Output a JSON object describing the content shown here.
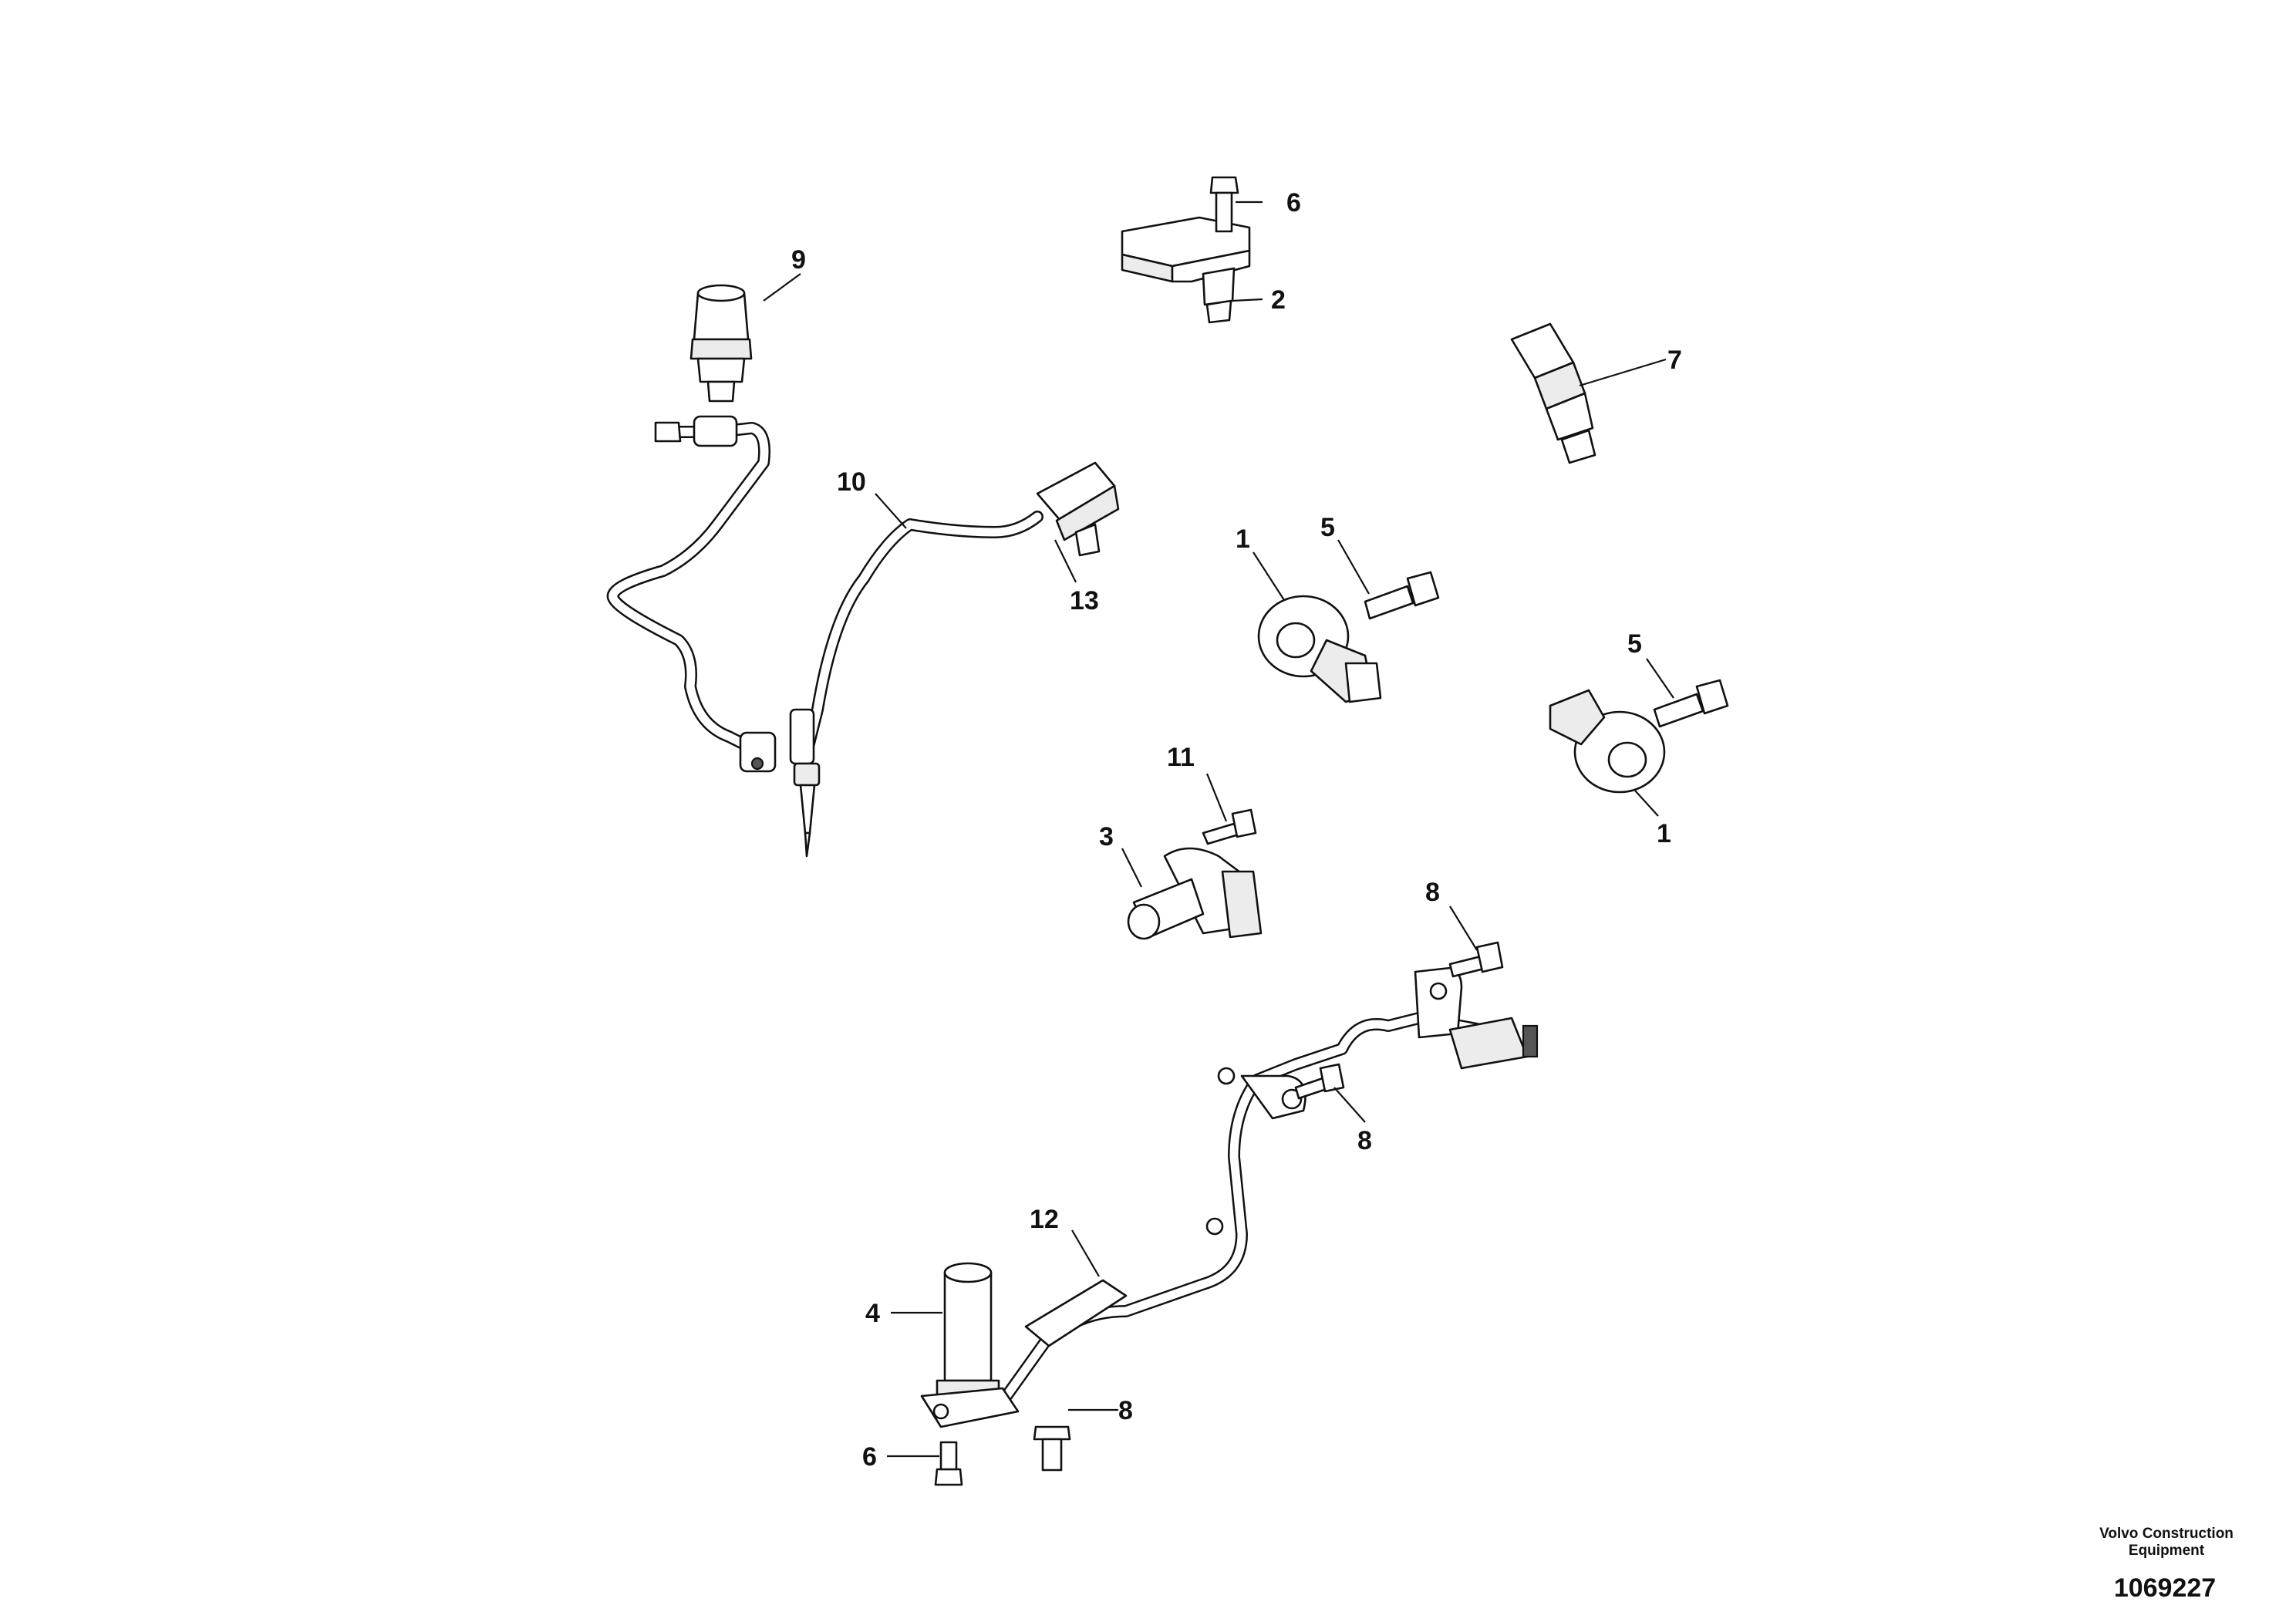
{
  "labels": {
    "l1a": "1",
    "l1b": "1",
    "l2": "2",
    "l3": "3",
    "l4": "4",
    "l5a": "5",
    "l5b": "5",
    "l6a": "6",
    "l6b": "6",
    "l7": "7",
    "l8a": "8",
    "l8b": "8",
    "l8c": "8",
    "l9": "9",
    "l10": "10",
    "l11": "11",
    "l12": "12",
    "l13": "13"
  },
  "footer": {
    "company_line1": "Volvo Construction",
    "company_line2": "Equipment",
    "document_number": "1069227"
  }
}
